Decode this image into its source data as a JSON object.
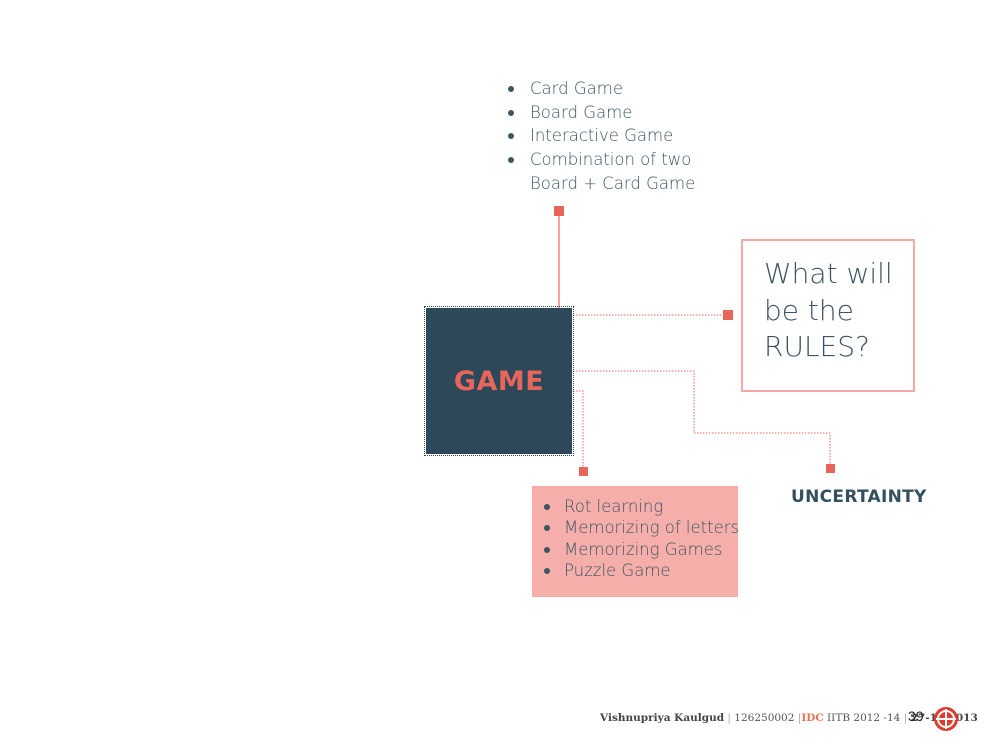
{
  "top_list": {
    "items": [
      "Card Game",
      "Board Game",
      "Interactive Game",
      "Combination of two"
    ],
    "continuation": "Board + Card Game"
  },
  "center": {
    "label": "GAME"
  },
  "rules": {
    "lines": [
      "What will",
      "be the",
      "RULES?"
    ]
  },
  "uncertainty": {
    "label": "UNCERTAINTY"
  },
  "bottom_list": {
    "items": [
      "Rot learning",
      "Memorizing of letters",
      "Memorizing Games",
      "Puzzle Game"
    ]
  },
  "footer": {
    "author": "Vishnupriya Kaulgud",
    "roll": "126250002",
    "institute_tag": "IDC",
    "institute": "IITB 2012 -14",
    "date": "27-11-2013",
    "page": "39"
  },
  "colors": {
    "navy": "#2c4859",
    "coral": "#e8655c",
    "pink_fill": "#f6aeaa",
    "pink_border": "#f2aaa6",
    "text": "#3d5563"
  }
}
